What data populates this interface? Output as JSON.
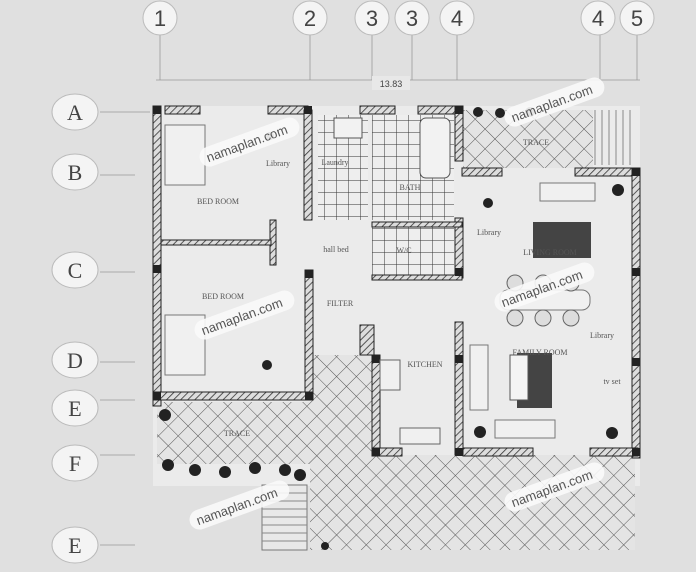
{
  "grid_columns": [
    "1",
    "2",
    "3",
    "3",
    "4",
    "4",
    "5"
  ],
  "grid_rows": [
    "A",
    "B",
    "C",
    "D",
    "E",
    "F",
    "E"
  ],
  "dimension": "13.83",
  "rooms": {
    "library_1": "Library",
    "laundry": "Laundry",
    "bath": "BATH",
    "bedroom_1": "BED ROOM",
    "hall_bed": "hall bed",
    "wc": "W/C",
    "library_2": "Library",
    "living_room": "LIVING ROOM",
    "bedroom_2": "BED ROOM",
    "filter": "FILTER",
    "kitchen": "KITCHEN",
    "family_room": "FAMILY ROOM",
    "library_3": "Library",
    "tv_set": "tv set",
    "trace_1": "TRACE",
    "trace_2": "TRACE"
  },
  "watermark": "namaplan.com"
}
